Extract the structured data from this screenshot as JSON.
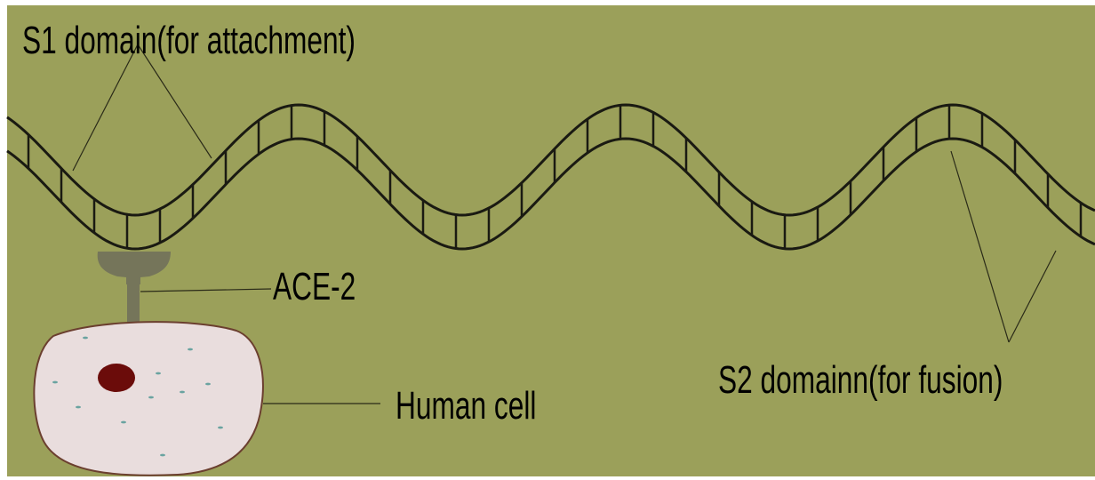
{
  "labels": {
    "s1": "S1 domain(for attachment)",
    "ace2": "ACE-2",
    "human_cell": "Human cell",
    "s2": "S2 domainn(for fusion)"
  },
  "colors": {
    "background": "#9ba05a",
    "strand": "#1a1a12",
    "receptor": "#75755a",
    "cell_fill": "#e9dddd",
    "cell_border": "#6b3f2f",
    "nucleus": "#6b0c0a",
    "dots": "#6aa3a0"
  },
  "icons": {
    "strand": "wavy-double-strand",
    "receptor": "ace2-receptor-shape",
    "cell": "human-cell-shape"
  }
}
